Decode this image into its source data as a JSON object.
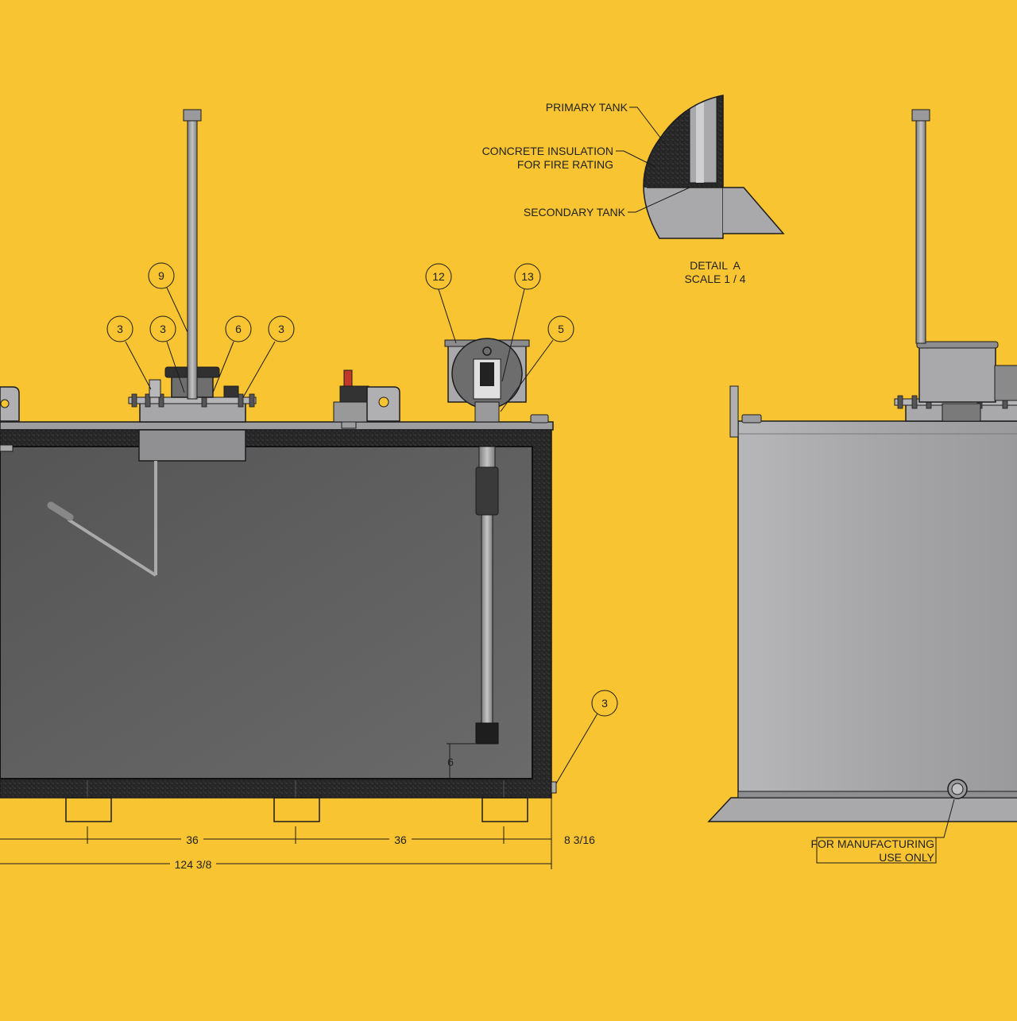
{
  "colors": {
    "background": "#F8C431",
    "insulation": "#2a2a2a",
    "tank_interior": "#626262",
    "steel": "#a9a9ab",
    "steel_dark": "#6f6f70",
    "line": "#1c1c1c"
  },
  "detail_a": {
    "primary_tank": "PRIMARY TANK",
    "concrete_line1": "CONCRETE INSULATION",
    "concrete_line2": "FOR FIRE RATING",
    "secondary_tank": "SECONDARY TANK",
    "title": "DETAIL  A",
    "scale": "SCALE 1 / 4"
  },
  "balloons": {
    "b9": "9",
    "b3a": "3",
    "b3b": "3",
    "b6": "6",
    "b3c": "3",
    "b12": "12",
    "b13": "13",
    "b5": "5",
    "b3d": "3"
  },
  "dimensions": {
    "d36a": "36",
    "d36b": "36",
    "d8": "8 3/16",
    "total": "124 3/8",
    "gap": "6"
  },
  "note": {
    "line1": "FOR MANUFACTURING",
    "line2": "USE ONLY"
  }
}
